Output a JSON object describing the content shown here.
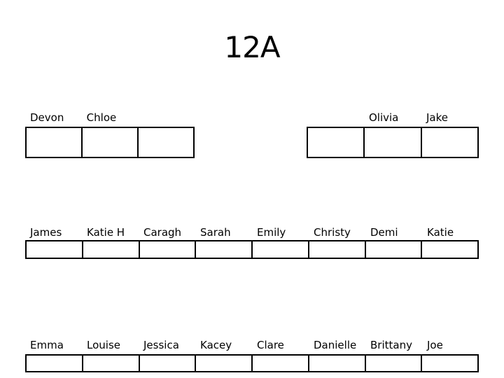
{
  "slide": {
    "title": "12A",
    "colors": {
      "background": "#ffffff",
      "border": "#000000",
      "text": "#000000"
    }
  },
  "seating": {
    "back_row": {
      "left_desk": {
        "labels": [
          "Devon",
          "Chloe",
          ""
        ]
      },
      "right_desk": {
        "labels": [
          "",
          "Olivia",
          "Jake"
        ]
      }
    },
    "middle_row": {
      "labels": [
        "James",
        "Katie H",
        "Caragh",
        "Sarah",
        "Emily",
        "Christy",
        "Demi",
        "Katie"
      ]
    },
    "front_row": {
      "labels": [
        "Emma",
        "Louise",
        "Jessica",
        "Kacey",
        "Clare",
        "Danielle",
        "Brittany",
        "Joe"
      ]
    }
  }
}
